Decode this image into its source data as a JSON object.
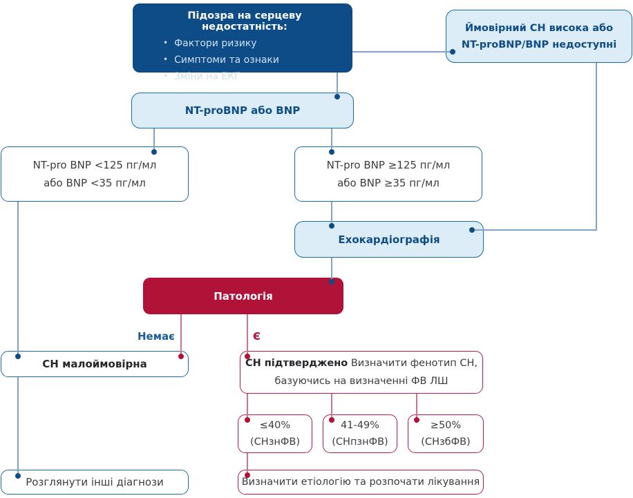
{
  "colors": {
    "dark_blue_fill": "#0E4C87",
    "light_blue_fill": "#DCEDF8",
    "blue_border": "#1A6AA5",
    "steel_line": "#7FA3C4",
    "crimson_fill": "#B01238",
    "red_border": "#BE1843",
    "pink_line": "#D9718E",
    "text_dark": "#3C3C40",
    "label_blue": "#1A5C99"
  },
  "edge_labels": {
    "negative": "Немає",
    "positive": "Є"
  },
  "nodes": {
    "suspicion": {
      "title": "Підозра на серцеву недостатність:",
      "bullets": [
        "Фактори ризику",
        "Симптоми та ознаки",
        "Зміни на ЕКГ"
      ]
    },
    "probable_hf": {
      "line1": "Ймовірний СН висока або",
      "line2": "NT-proBNP/BNP недоступні"
    },
    "natriuretic_test": {
      "label": "NT-proBNP або BNP"
    },
    "bnp_low": {
      "line1": "NT-pro BNP <125 пг/мл",
      "line2": "або BNP <35 пг/мл"
    },
    "bnp_high": {
      "line1": "NT-pro BNP ≥125 пг/мл",
      "line2": "або BNP ≥35 пг/мл"
    },
    "echo": {
      "label": "Ехокардіографія"
    },
    "pathology": {
      "label": "Патологія"
    },
    "hf_unlikely": {
      "label": "СН малоймовірна"
    },
    "hf_confirmed": {
      "bold": "СН підтверджено",
      "rest": "Визначити фенотип СН,",
      "line2": "базуючись на визначенні ФВ ЛШ"
    },
    "ef_reduced": {
      "value": "≤40%",
      "phenotype": "(СНзнФВ)"
    },
    "ef_mid": {
      "value": "41-49%",
      "phenotype": "(СНпзнФВ)"
    },
    "ef_preserved": {
      "value": "≥50%",
      "phenotype": "(СНзбФВ)"
    },
    "other_diagnoses": {
      "label": "Розглянути інші діагнози"
    },
    "treatment": {
      "label": "Визначити етіологію та розпочати лікування"
    }
  }
}
